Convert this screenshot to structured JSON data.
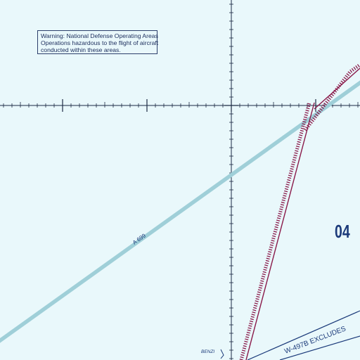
{
  "warning": {
    "lines": [
      "Warning: National Defense Operating Areas",
      "Operations hazardous to the flight of aircraft",
      "conducted within these areas."
    ]
  },
  "labels": {
    "airway": "A 699",
    "chart_number": "04",
    "restricted_area": "W-497B EXCLUDES",
    "fix": "BENZI"
  },
  "colors": {
    "background": "#e9f8fb",
    "airway": "#9fcfd8",
    "boundary": "#8a1a4a",
    "grid": "#1c2a44",
    "text": "#1b3a7a"
  }
}
